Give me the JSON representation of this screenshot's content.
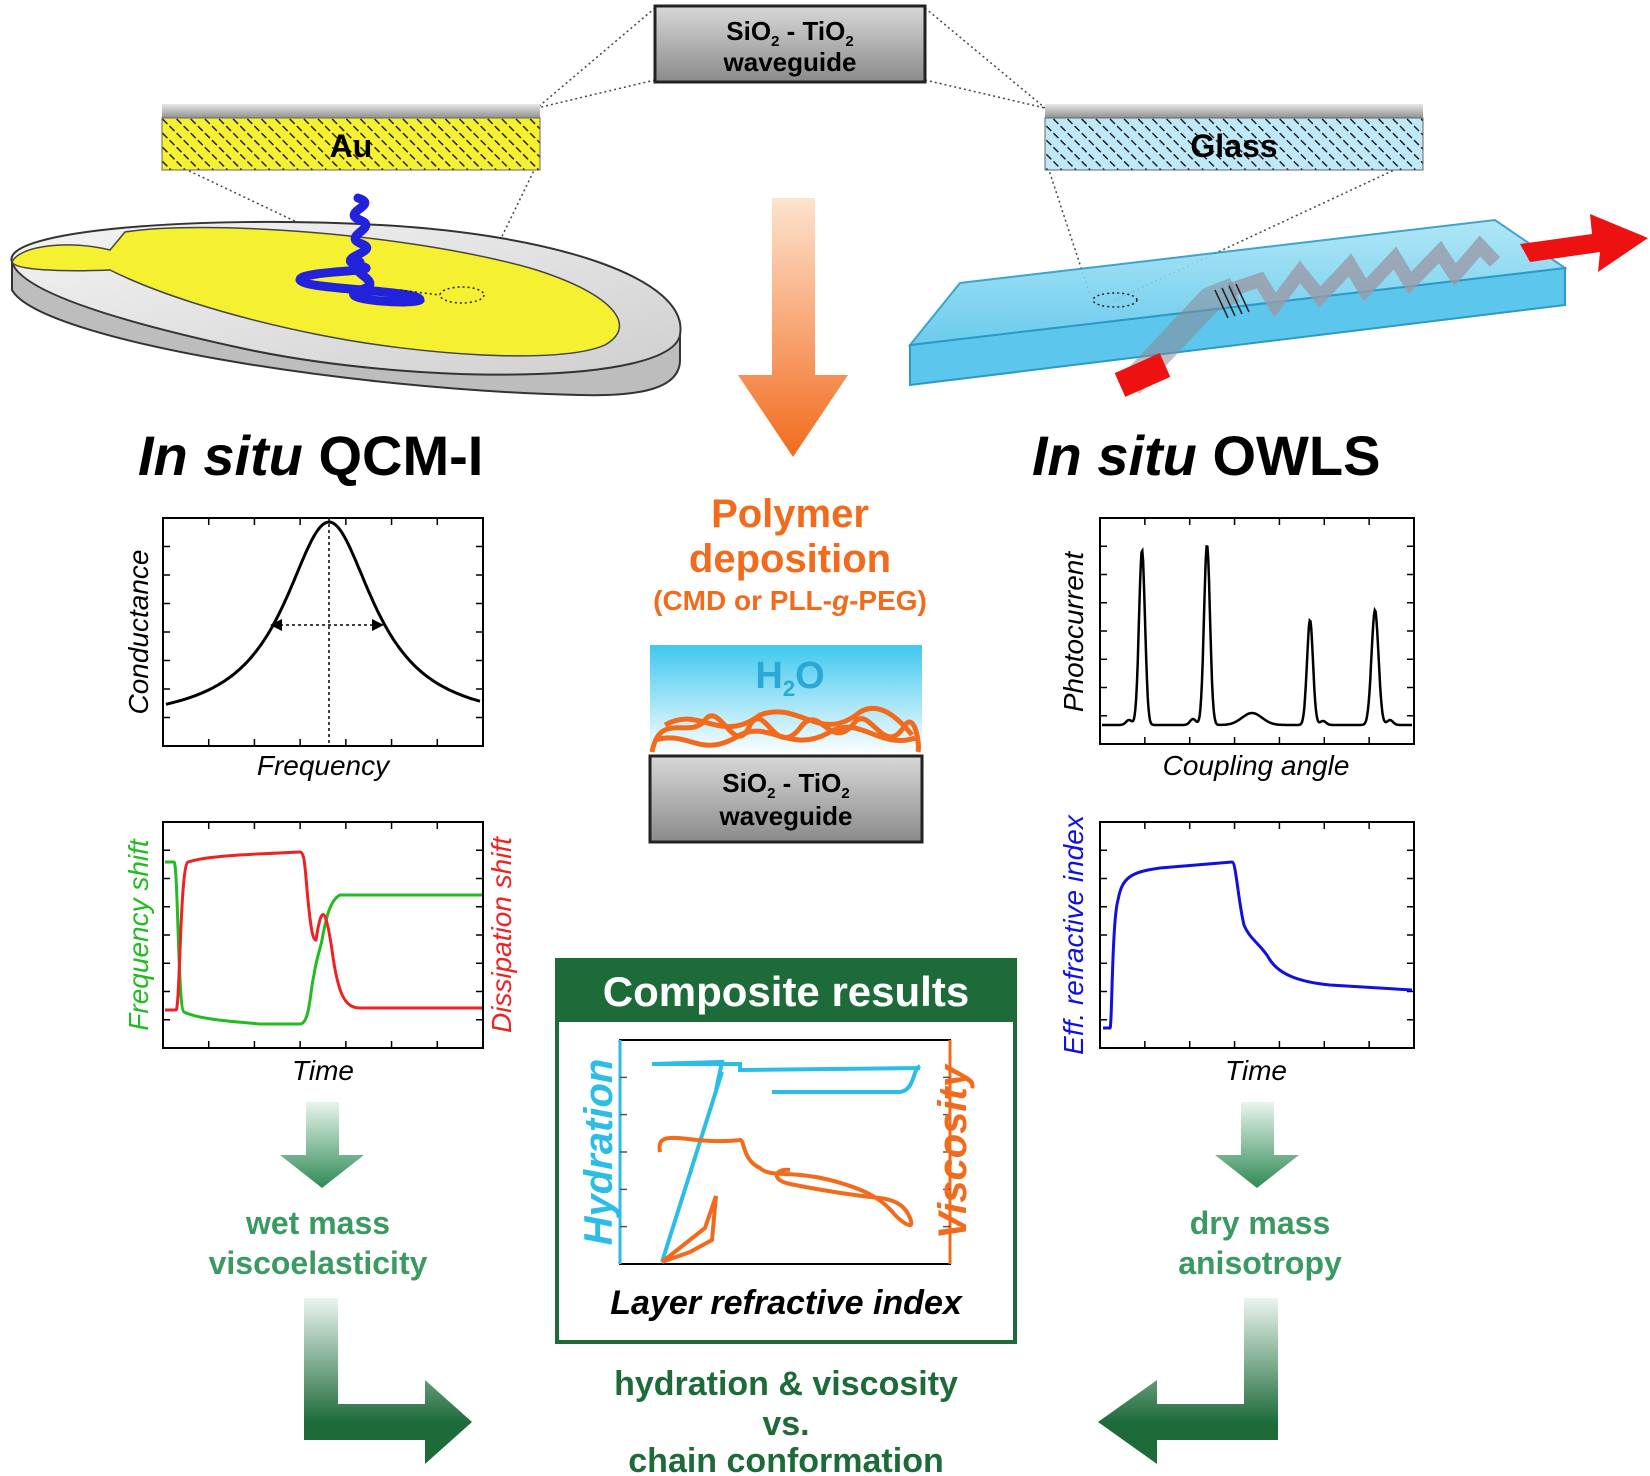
{
  "top_box": {
    "line1": "SiO",
    "line1_sub": "2",
    "line1_mid": " - TiO",
    "line1_sub2": "2",
    "line2": "waveguide"
  },
  "left_layer_label": "Au",
  "right_layer_label": "Glass",
  "left_title": {
    "italic": "In situ",
    "plain": " QCM-I"
  },
  "right_title": {
    "italic": "In situ",
    "plain": " OWLS"
  },
  "center": {
    "title1": "Polymer",
    "title2": "deposition",
    "subtitle_a": "(CMD or PLL-",
    "subtitle_b": "g",
    "subtitle_c": "-PEG)",
    "water_main": "H",
    "water_sub": "2",
    "water_end": "O",
    "box2_line1": "SiO",
    "box2_sub1": "2",
    "box2_mid": " - TiO",
    "box2_sub2": "2",
    "box2_line2": "waveguide"
  },
  "plots": {
    "conductance": {
      "ylabel": "Conductance",
      "xlabel": "Frequency"
    },
    "qcm_time": {
      "ylabel_left": "Frequency shift",
      "ylabel_right": "Dissipation shift",
      "xlabel": "Time"
    },
    "photocurrent": {
      "ylabel": "Photocurrent",
      "xlabel": "Coupling angle"
    },
    "owls_time": {
      "ylabel": "Eff. refractive index",
      "xlabel": "Time"
    },
    "composite": {
      "title": "Composite results",
      "ylabel_left": "Hydration",
      "ylabel_right": "Viscosity",
      "xlabel": "Layer refractive index"
    }
  },
  "left_result": {
    "line1": "wet mass",
    "line2": "viscoelasticity"
  },
  "right_result": {
    "line1": "dry mass",
    "line2": "anisotropy"
  },
  "bottom": {
    "line1": "hydration & viscosity",
    "line2": "vs.",
    "line3": "chain conformation"
  },
  "colors": {
    "orange": "#f26b1d",
    "dark_green": "#1e6b3a",
    "mid_green": "#3a9a62",
    "cyan": "#2bbde8",
    "blue": "#1010e0",
    "green_curve": "#22bb22",
    "red_curve": "#ee2222",
    "gold": "#f5f030"
  }
}
